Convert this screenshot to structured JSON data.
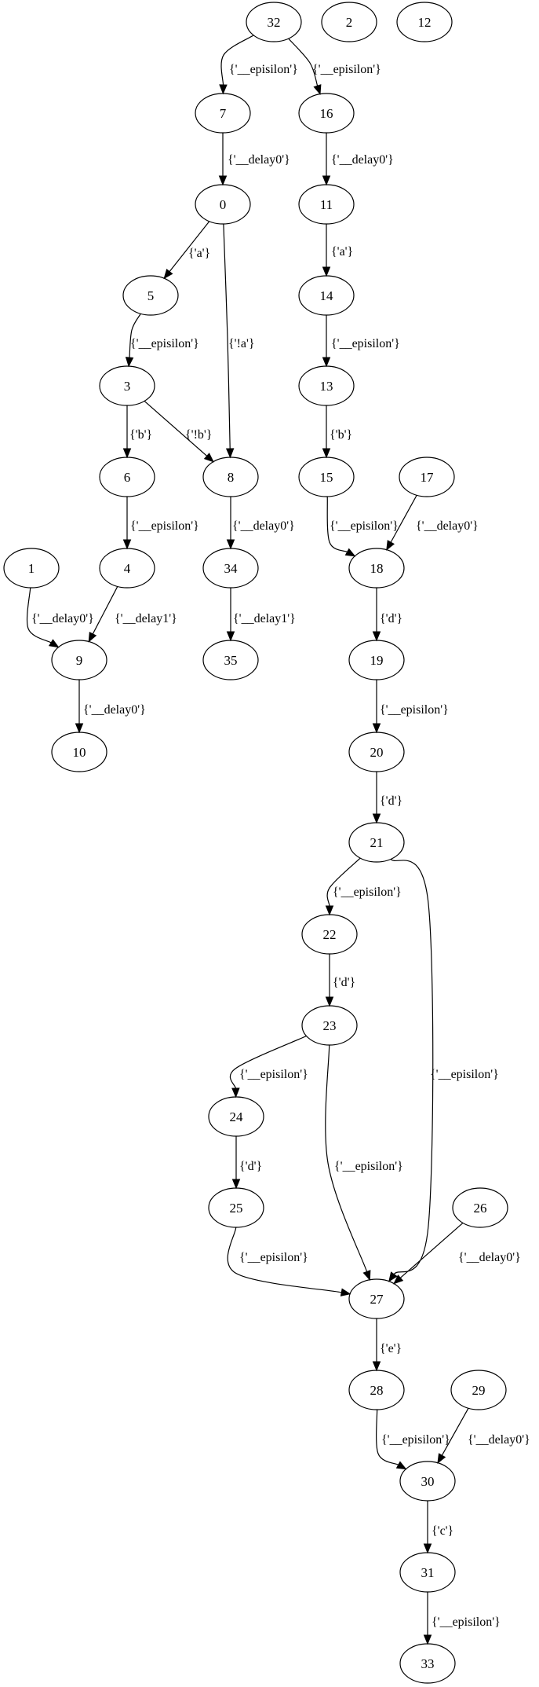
{
  "graph": {
    "nodes": [
      {
        "id": "32",
        "label": "32"
      },
      {
        "id": "2",
        "label": "2"
      },
      {
        "id": "12",
        "label": "12"
      },
      {
        "id": "7",
        "label": "7"
      },
      {
        "id": "16",
        "label": "16"
      },
      {
        "id": "0",
        "label": "0"
      },
      {
        "id": "11",
        "label": "11"
      },
      {
        "id": "5",
        "label": "5"
      },
      {
        "id": "14",
        "label": "14"
      },
      {
        "id": "3",
        "label": "3"
      },
      {
        "id": "13",
        "label": "13"
      },
      {
        "id": "6",
        "label": "6"
      },
      {
        "id": "8",
        "label": "8"
      },
      {
        "id": "15",
        "label": "15"
      },
      {
        "id": "17",
        "label": "17"
      },
      {
        "id": "1",
        "label": "1"
      },
      {
        "id": "4",
        "label": "4"
      },
      {
        "id": "34",
        "label": "34"
      },
      {
        "id": "18",
        "label": "18"
      },
      {
        "id": "9",
        "label": "9"
      },
      {
        "id": "35",
        "label": "35"
      },
      {
        "id": "19",
        "label": "19"
      },
      {
        "id": "10",
        "label": "10"
      },
      {
        "id": "20",
        "label": "20"
      },
      {
        "id": "21",
        "label": "21"
      },
      {
        "id": "22",
        "label": "22"
      },
      {
        "id": "23",
        "label": "23"
      },
      {
        "id": "24",
        "label": "24"
      },
      {
        "id": "25",
        "label": "25"
      },
      {
        "id": "26",
        "label": "26"
      },
      {
        "id": "27",
        "label": "27"
      },
      {
        "id": "28",
        "label": "28"
      },
      {
        "id": "29",
        "label": "29"
      },
      {
        "id": "30",
        "label": "30"
      },
      {
        "id": "31",
        "label": "31"
      },
      {
        "id": "33",
        "label": "33"
      }
    ],
    "edges": [
      {
        "from": "32",
        "to": "7",
        "label": "{'__episilon'}"
      },
      {
        "from": "32",
        "to": "16",
        "label": "{'__episilon'}"
      },
      {
        "from": "7",
        "to": "0",
        "label": "{'__delay0'}"
      },
      {
        "from": "16",
        "to": "11",
        "label": "{'__delay0'}"
      },
      {
        "from": "0",
        "to": "5",
        "label": "{'a'}"
      },
      {
        "from": "0",
        "to": "8",
        "label": "{'!a'}"
      },
      {
        "from": "11",
        "to": "14",
        "label": "{'a'}"
      },
      {
        "from": "5",
        "to": "3",
        "label": "{'__episilon'}"
      },
      {
        "from": "14",
        "to": "13",
        "label": "{'__episilon'}"
      },
      {
        "from": "3",
        "to": "6",
        "label": "{'b'}"
      },
      {
        "from": "3",
        "to": "8",
        "label": "{'!b'}"
      },
      {
        "from": "13",
        "to": "15",
        "label": "{'b'}"
      },
      {
        "from": "6",
        "to": "4",
        "label": "{'__episilon'}"
      },
      {
        "from": "8",
        "to": "34",
        "label": "{'__delay0'}"
      },
      {
        "from": "15",
        "to": "18",
        "label": "{'__episilon'}"
      },
      {
        "from": "17",
        "to": "18",
        "label": "{'__delay0'}"
      },
      {
        "from": "1",
        "to": "9",
        "label": "{'__delay0'}"
      },
      {
        "from": "4",
        "to": "9",
        "label": "{'__delay1'}"
      },
      {
        "from": "34",
        "to": "35",
        "label": "{'__delay1'}"
      },
      {
        "from": "18",
        "to": "19",
        "label": "{'d'}"
      },
      {
        "from": "9",
        "to": "10",
        "label": "{'__delay0'}"
      },
      {
        "from": "19",
        "to": "20",
        "label": "{'__episilon'}"
      },
      {
        "from": "20",
        "to": "21",
        "label": "{'d'}"
      },
      {
        "from": "21",
        "to": "22",
        "label": "{'__episilon'}"
      },
      {
        "from": "21",
        "to": "27",
        "label": "{'__episilon'}"
      },
      {
        "from": "22",
        "to": "23",
        "label": "{'d'}"
      },
      {
        "from": "23",
        "to": "24",
        "label": "{'__episilon'}"
      },
      {
        "from": "23",
        "to": "27",
        "label": "{'__episilon'}"
      },
      {
        "from": "24",
        "to": "25",
        "label": "{'d'}"
      },
      {
        "from": "25",
        "to": "27",
        "label": "{'__episilon'}"
      },
      {
        "from": "26",
        "to": "27",
        "label": "{'__delay0'}"
      },
      {
        "from": "27",
        "to": "28",
        "label": "{'e'}"
      },
      {
        "from": "28",
        "to": "30",
        "label": "{'__episilon'}"
      },
      {
        "from": "29",
        "to": "30",
        "label": "{'__delay0'}"
      },
      {
        "from": "30",
        "to": "31",
        "label": "{'c'}"
      },
      {
        "from": "31",
        "to": "33",
        "label": "{'__episilon'}"
      }
    ]
  }
}
